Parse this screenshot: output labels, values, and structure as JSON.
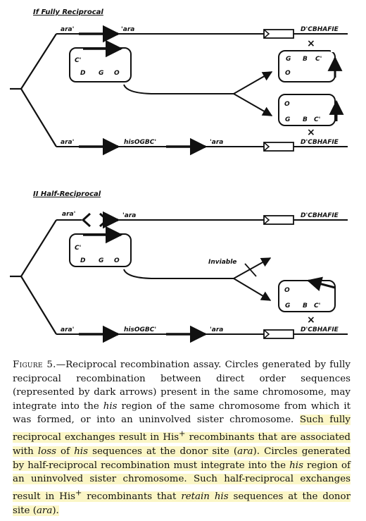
{
  "panel1": {
    "title": "If Fully Reciprocal",
    "ara_left": "ara'",
    "ara_right": "'ara",
    "donor_genes": "D'CBHAFIE",
    "circle_top": {
      "c": "C'",
      "d": "D",
      "g": "G",
      "o": "O"
    },
    "product1": {
      "g": "G",
      "b": "B",
      "c": "C'",
      "o": "O"
    },
    "product2": {
      "o": "O",
      "g": "G",
      "b": "B",
      "c": "C'"
    },
    "bottom_ara_left": "ara'",
    "bottom_his": "hisOGBC'",
    "bottom_ara_right": "'ara",
    "bottom_genes": "D'CBHAFIE",
    "cross": "×"
  },
  "panel2": {
    "title": "II Half-Reciprocal",
    "ara_left": "ara'",
    "ara_right": "'ara",
    "donor_genes": "D'CBHAFIE",
    "circle": {
      "c": "C'",
      "d": "D",
      "g": "G",
      "o": "O"
    },
    "inviable": "Inviable",
    "product": {
      "o": "O",
      "g": "G",
      "b": "B",
      "c": "C'"
    },
    "bottom_ara_left": "ara'",
    "bottom_his": "hisOGBC'",
    "bottom_ara_right": "'ara",
    "bottom_genes": "D'CBHAFIE",
    "cross": "×"
  },
  "caption": {
    "label": "Figure 5.",
    "dash": "—",
    "s1": "Reciprocal recombination assay. Circles generated by fully reciprocal recombination between direct order sequences (represented by dark arrows) present in the same chromosome, may integrate into the ",
    "his1": "his",
    "s2": " region of the same chromosome from which it was formed, or into an uninvolved sister chromosome. ",
    "h1": "Such fully reciprocal exchanges result in His",
    "plus1": "+",
    "h2": " recombinants that are associated with ",
    "loss": "loss",
    "h3": " of ",
    "his2": "his",
    "h4": " sequences at the donor site (",
    "ara1": "ara",
    "h5": "). Circles generated by half-reciprocal recombination must integrate into the ",
    "his3": "his",
    "h6": " region of an uninvolved sister chromosome. Such half-reciprocal exchanges result in His",
    "plus2": "+",
    "h7": " recombinants that ",
    "retain": "retain",
    "h8": " ",
    "his4": "his",
    "h9": " sequences at the donor site (",
    "ara2": "ara",
    "h10": ")."
  }
}
